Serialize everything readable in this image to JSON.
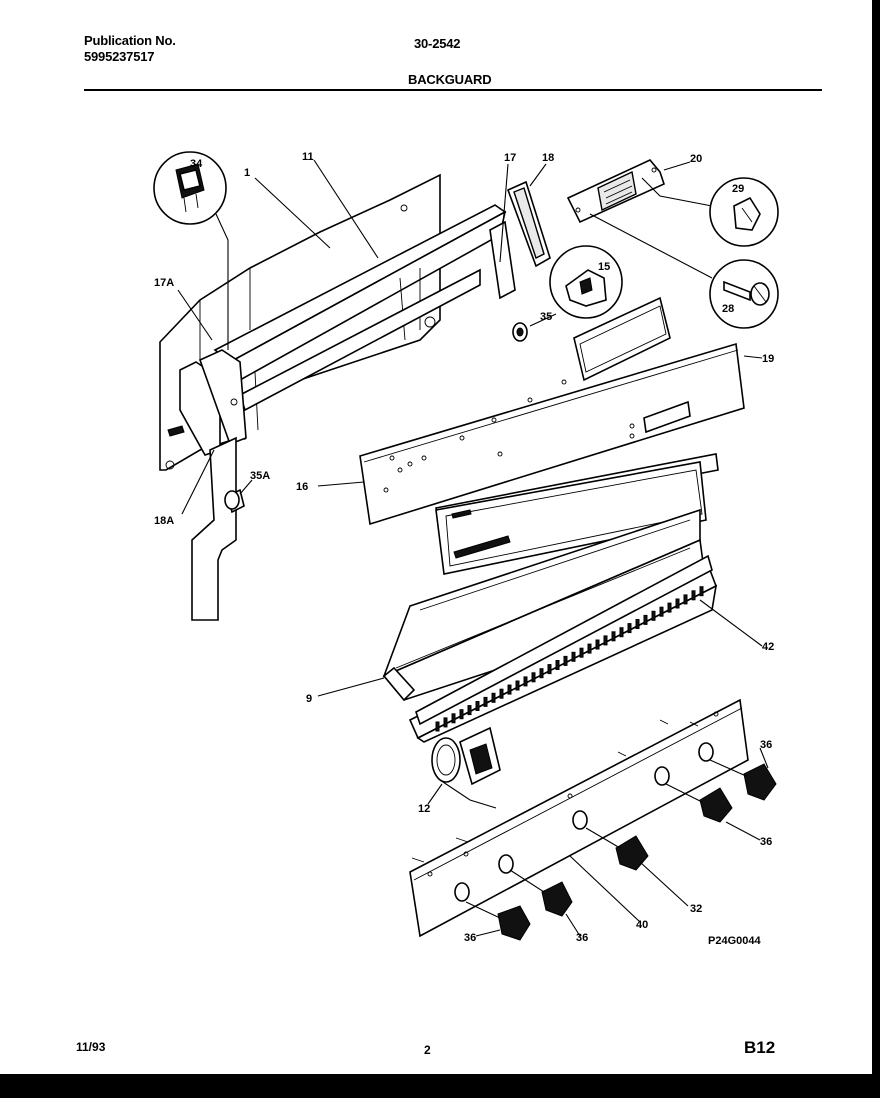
{
  "header": {
    "publication_label": "Publication No.",
    "publication_number": "5995237517",
    "model_code": "30-2542",
    "section_title": "BACKGUARD"
  },
  "footer": {
    "date": "11/93",
    "page_number": "2",
    "section_code": "B12"
  },
  "diagram": {
    "figure_code": "P24G0044",
    "callouts": [
      "34",
      "1",
      "11",
      "17",
      "18",
      "20",
      "29",
      "15",
      "35",
      "28",
      "17A",
      "19",
      "35A",
      "18A",
      "16",
      "9",
      "42",
      "12",
      "36",
      "36",
      "32",
      "40",
      "36",
      "36"
    ]
  }
}
